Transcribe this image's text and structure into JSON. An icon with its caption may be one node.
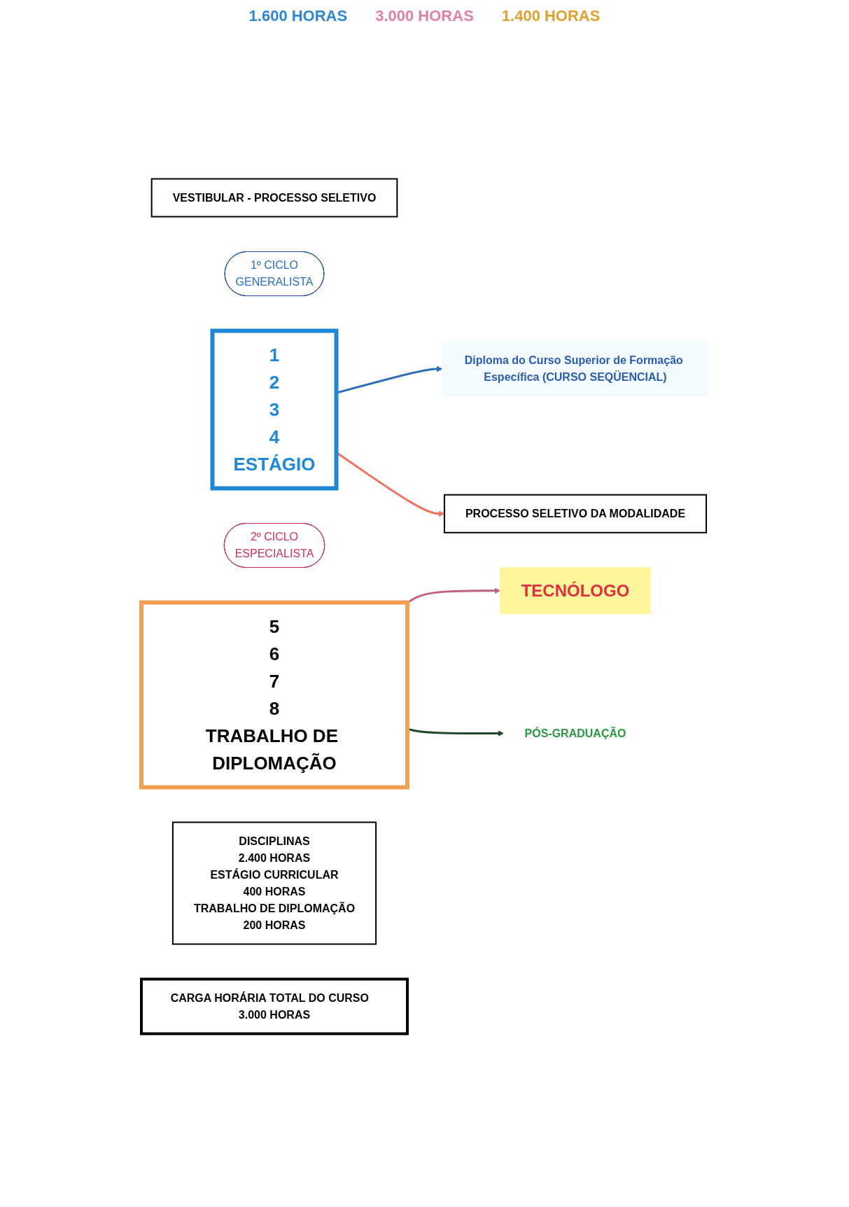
{
  "diagram": {
    "nodes": [
      {
        "text": [
          "VESTIBULAR - PROCESSO SELETIVO"
        ]
      },
      {
        "text": [
          "1º CICLO",
          "GENERALISTA"
        ]
      },
      {
        "text": [
          "1",
          "2",
          "3",
          "4",
          "ESTÁGIO"
        ]
      },
      {
        "text": [
          "Diploma do Curso Superior de Formação Específica (CURSO SEQÜENCIAL)"
        ]
      },
      {
        "text": [
          "PROCESSO SELETIVO DA MODALIDADE"
        ]
      },
      {
        "text": [
          "2º CICLO",
          "ESPECIALISTA"
        ]
      },
      {
        "text": [
          "5",
          "6",
          "7",
          "8",
          "TRABALHO DE DIPLOMAÇÃO"
        ]
      },
      {
        "text": [
          "TECNÓLOGO"
        ]
      },
      {
        "text": [
          "PÓS-GRADUAÇÃO"
        ]
      },
      {
        "text": [
          "DISCIPLINAS",
          "2.400 HORAS",
          "ESTÁGIO  CURRICULAR",
          "400 HORAS",
          "TRABALHO DE DIPLOMAÇÃO",
          "200 HORAS"
        ]
      },
      {
        "text": [
          "CARGA HORÁRIA TOTAL DO CURSO   3.000 HORAS"
        ]
      }
    ],
    "edges": [
      {
        "from": 2,
        "to": 3,
        "arrow": "to",
        "color": "#2e6fb8"
      },
      {
        "from": 2,
        "to": 4,
        "arrow": "to",
        "color": "#f2705e"
      },
      {
        "from": 6,
        "to": 7,
        "arrow": "to",
        "color": "#c0607a"
      },
      {
        "from": 6,
        "to": 8,
        "arrow": "to",
        "color": "#1f4a2a"
      }
    ],
    "labels": [
      "1.600 HORAS",
      "3.000 HORAS",
      "1.400 HORAS"
    ]
  }
}
